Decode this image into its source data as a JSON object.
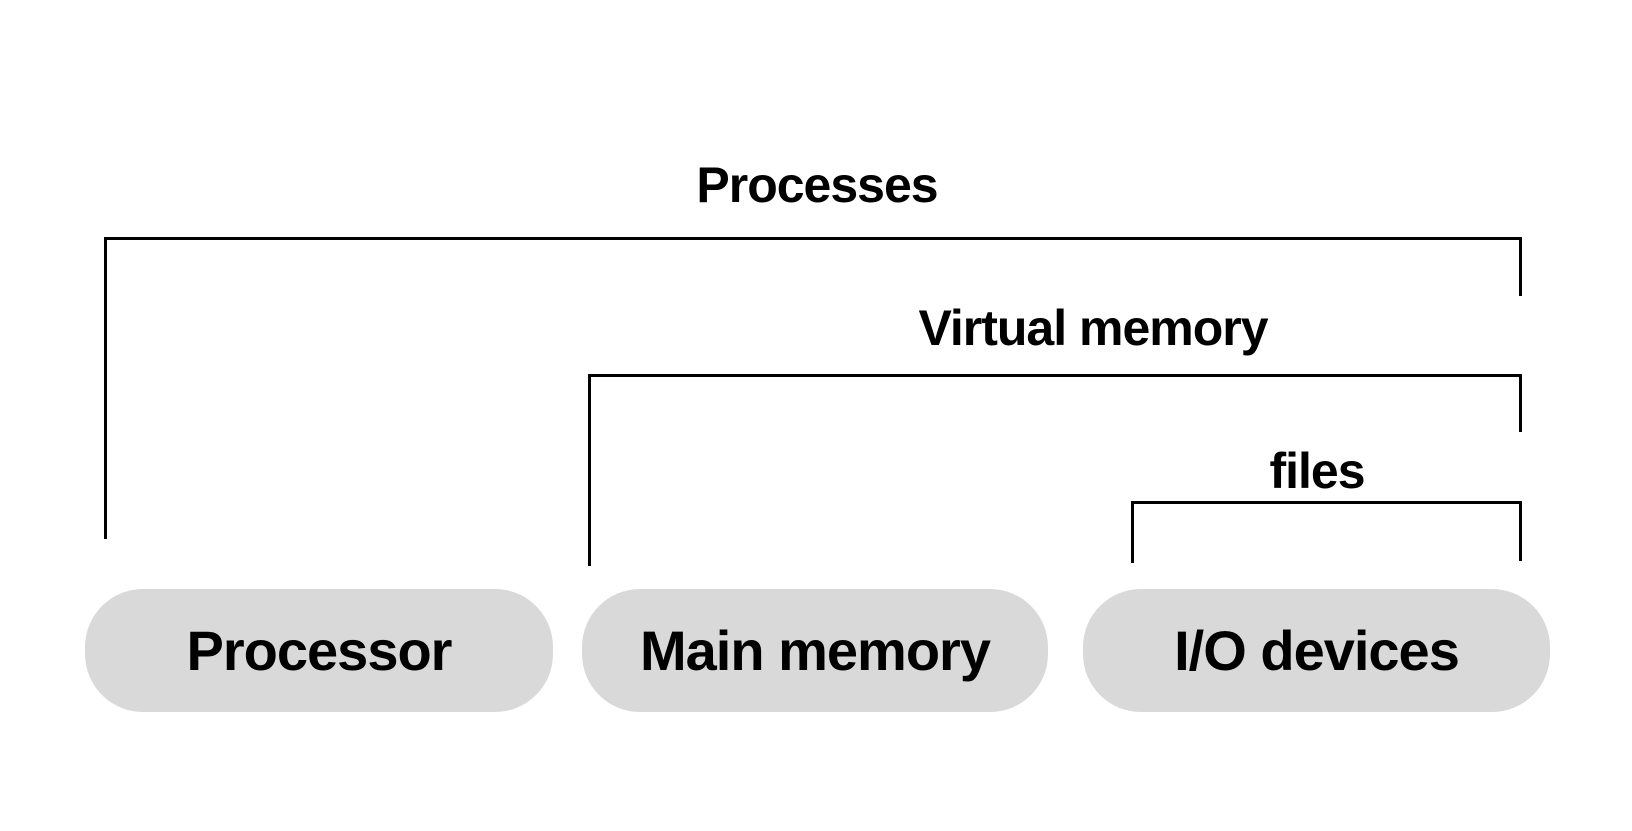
{
  "diagram": {
    "colors": {
      "background": "#ffffff",
      "line": "#000000",
      "text": "#000000",
      "box_fill": "#d9d9d9"
    },
    "abstractions": [
      {
        "id": "processes",
        "label": "Processes",
        "spans": [
          "Processor",
          "Main memory",
          "I/O devices"
        ]
      },
      {
        "id": "virtual_memory",
        "label": "Virtual memory",
        "spans": [
          "Main memory",
          "I/O devices"
        ]
      },
      {
        "id": "files",
        "label": "files",
        "spans": [
          "I/O devices"
        ]
      }
    ],
    "hardware_boxes": [
      {
        "id": "processor",
        "label": "Processor"
      },
      {
        "id": "main_memory",
        "label": "Main memory"
      },
      {
        "id": "io_devices",
        "label": "I/O devices"
      }
    ]
  }
}
